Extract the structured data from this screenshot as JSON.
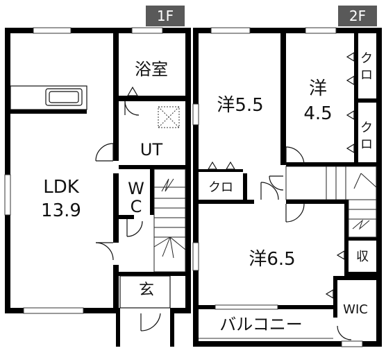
{
  "floors": {
    "first": {
      "badge": "1F",
      "ldk_name": "LDK",
      "ldk_size": "13.9",
      "bath": "浴室",
      "utility": "UT",
      "wc_top": "W",
      "wc_bottom": "C",
      "entrance": "玄"
    },
    "second": {
      "badge": "2F",
      "room_a_name": "洋5.5",
      "room_b_name": "洋",
      "room_b_size": "4.5",
      "room_c_name": "洋6.5",
      "closet": "クロ",
      "closet_v1": "ク",
      "closet_v2": "ロ",
      "storage": "収",
      "wic": "WIC",
      "balcony": "バルコニー"
    }
  },
  "colors": {
    "wall": "#000000",
    "badge_bg": "#595959",
    "window": "#ffffff",
    "thin": "#333333"
  }
}
